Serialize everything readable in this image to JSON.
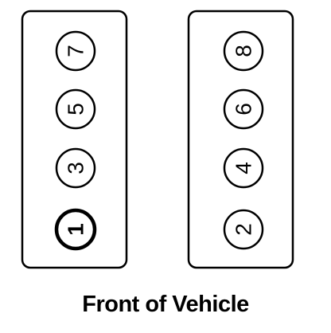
{
  "banks": [
    {
      "cylinders": [
        "7",
        "5",
        "3",
        "1"
      ]
    },
    {
      "cylinders": [
        "8",
        "6",
        "4",
        "2"
      ]
    }
  ],
  "caption": "Front of Vehicle",
  "colors": {
    "line": "#000000",
    "background": "#ffffff"
  }
}
